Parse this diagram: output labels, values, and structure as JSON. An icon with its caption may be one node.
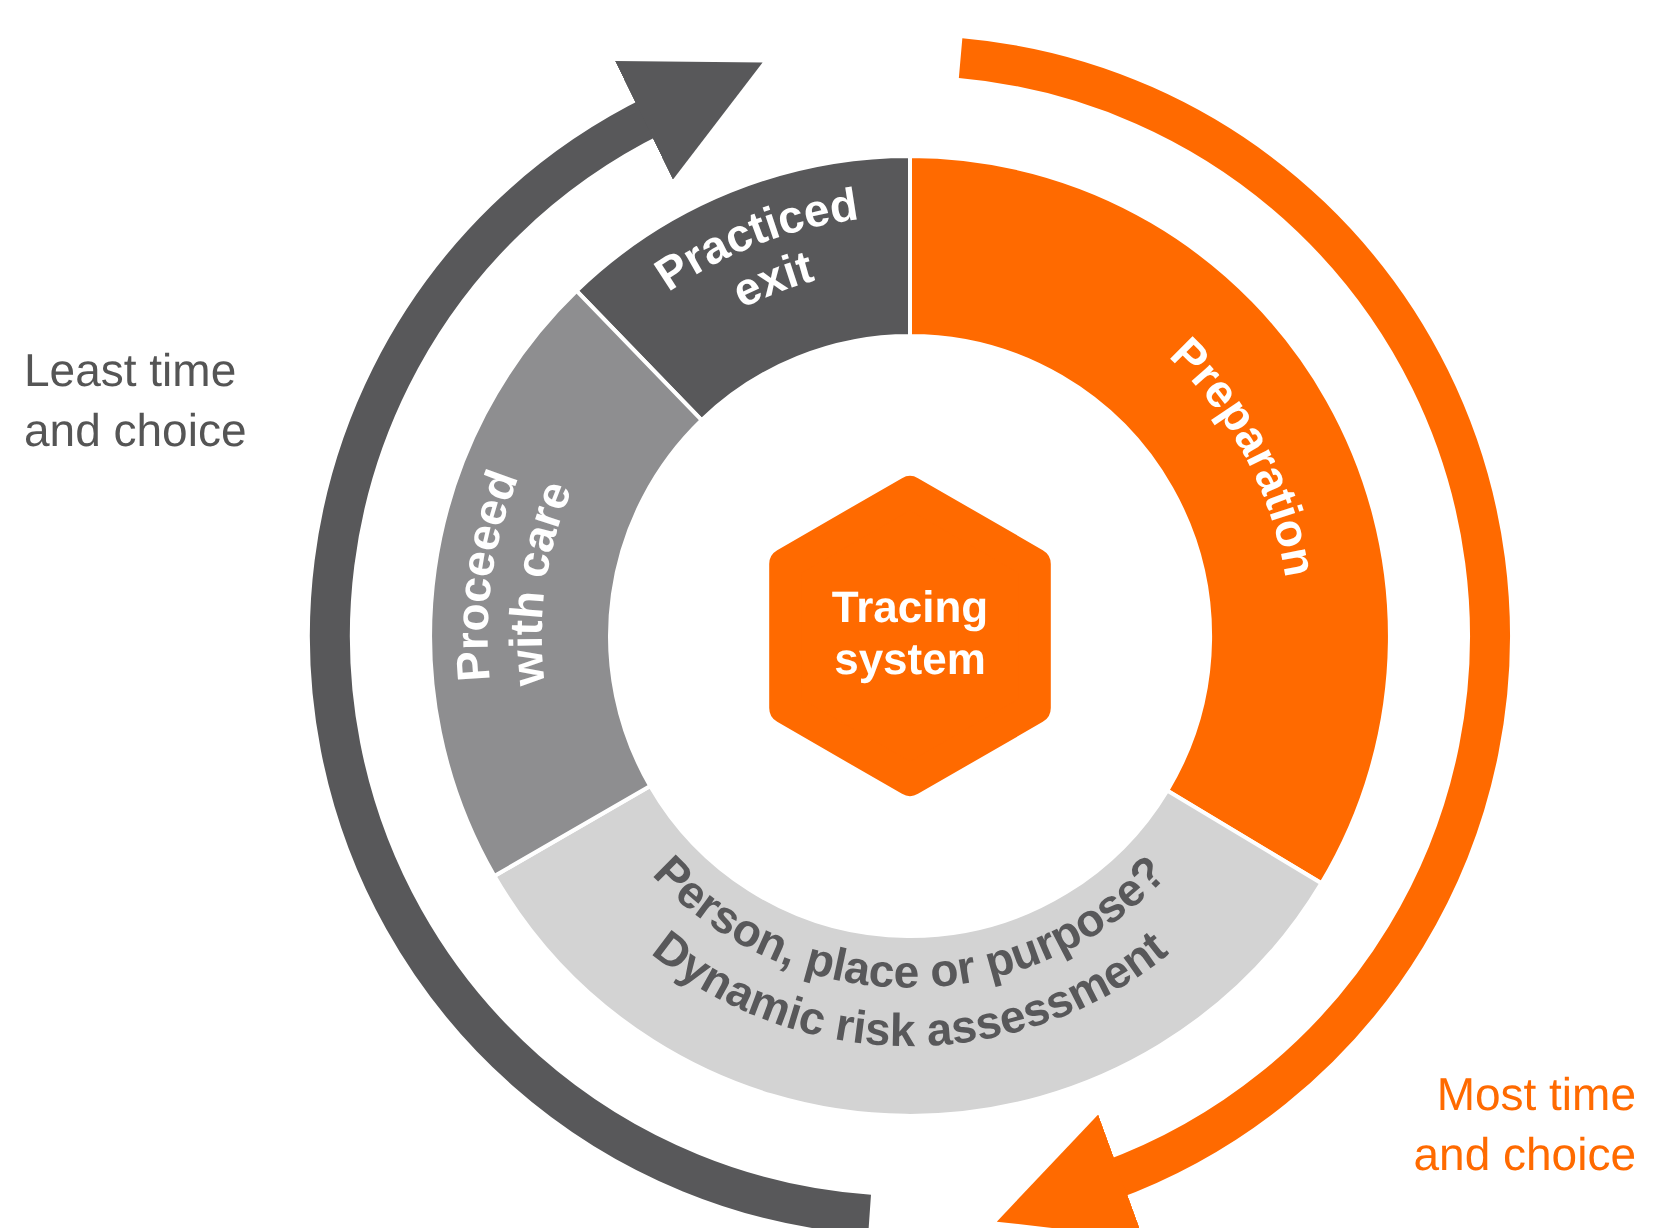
{
  "diagram": {
    "nodes": [
      {
        "text": [
          "Practiced exit"
        ]
      },
      {
        "text": [
          "Preparation"
        ]
      },
      {
        "text": [
          "Person, place or purpose?",
          "Dynamic risk assessment"
        ]
      },
      {
        "text": [
          "Proceeed with care"
        ]
      },
      {
        "text": [
          "Tracing system"
        ]
      }
    ],
    "labels": [
      "Least time and choice",
      "Most time and choice"
    ]
  }
}
